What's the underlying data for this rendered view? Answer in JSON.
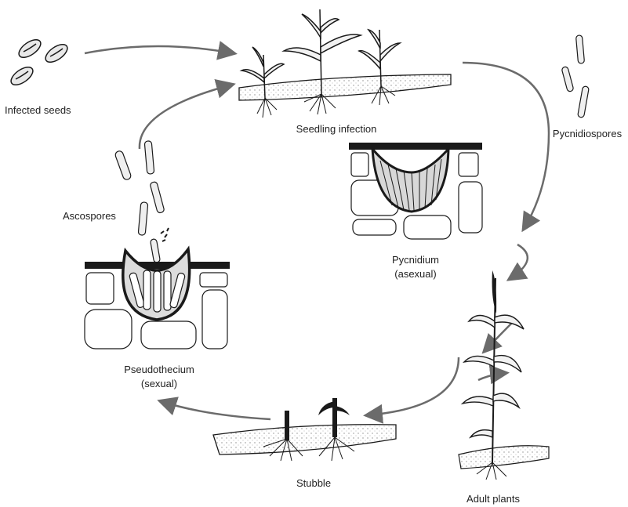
{
  "labels": {
    "infected_seeds": "Infected seeds",
    "seedling_infection": "Seedling infection",
    "pycnidiospores": "Pycnidiospores",
    "ascospores": "Ascospores",
    "pycnidium_line1": "Pycnidium",
    "pycnidium_line2": "(asexual)",
    "pseudothecium_line1": "Pseudothecium",
    "pseudothecium_line2": "(sexual)",
    "stubble": "Stubble",
    "adult_plants": "Adult plants"
  },
  "colors": {
    "arrow": "#6b6b6b",
    "ink": "#1a1a1a",
    "soil": "#9a9a9a"
  }
}
